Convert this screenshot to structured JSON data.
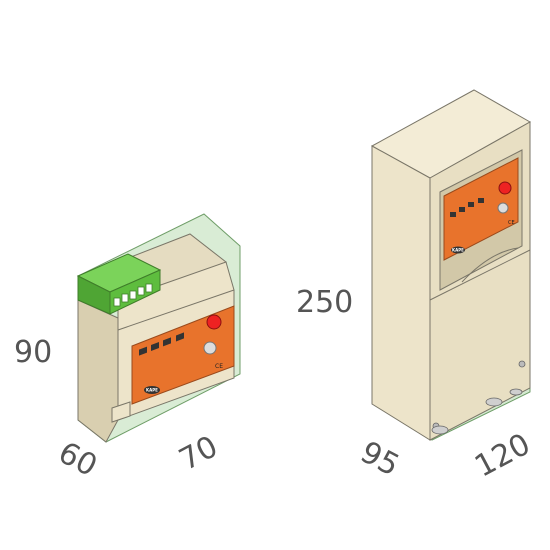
{
  "colors": {
    "housing": "#ede4ca",
    "housing_dark": "#d9cfb0",
    "outline": "#7a7668",
    "panel_orange": "#e8732c",
    "footprint_green": "#b9dcb3",
    "terminal_green": "#5ebd3e",
    "dimension_text": "#555555"
  },
  "small_unit": {
    "height_label": "90",
    "depth_label": "60",
    "width_label": "70",
    "panel_logo_text": "KAPE"
  },
  "large_unit": {
    "height_label": "250",
    "depth_label": "95",
    "width_label": "120",
    "panel_logo_text": "KAPE"
  }
}
